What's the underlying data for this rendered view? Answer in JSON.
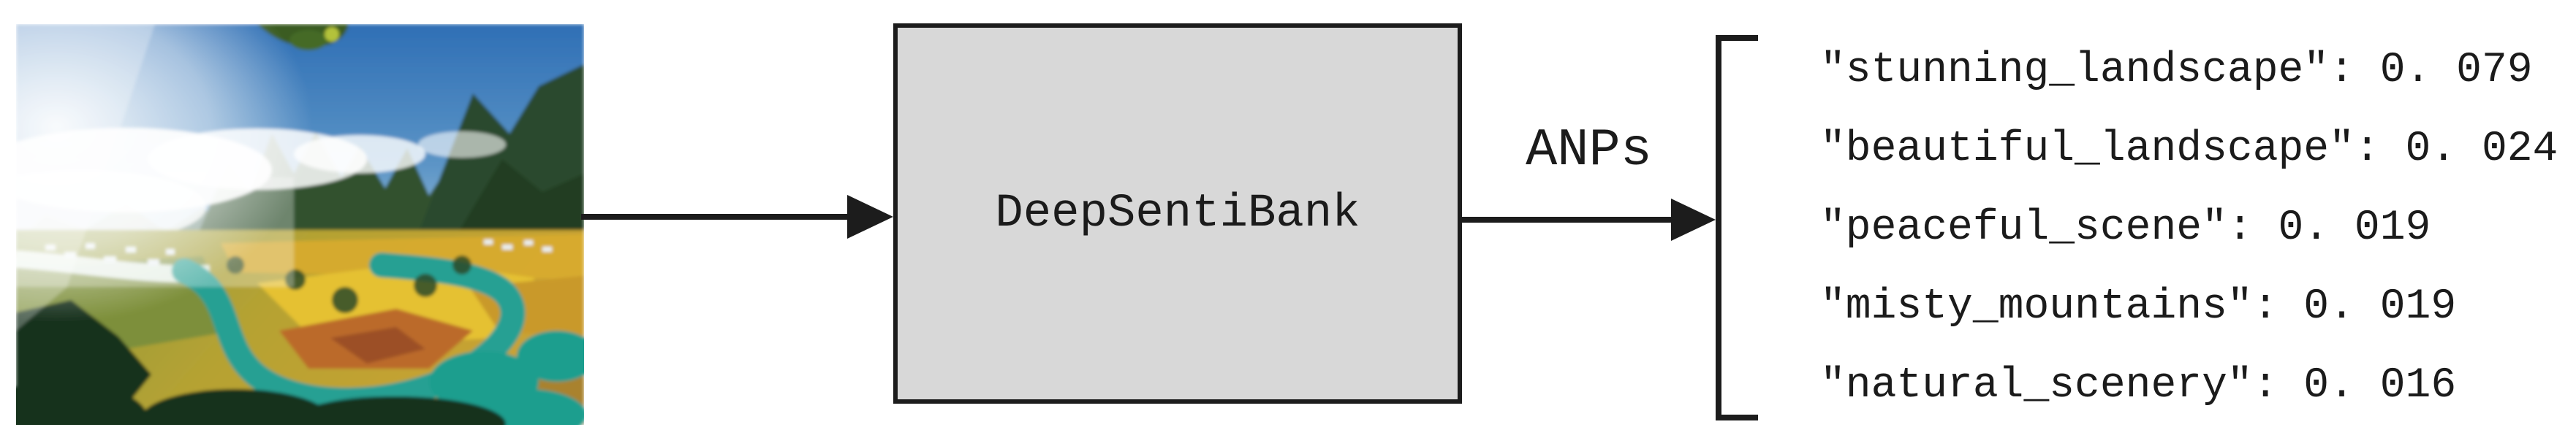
{
  "figure": {
    "input_image": {
      "alt": "aerial-photo-karst-mountains-golden-fields-teal-river"
    },
    "model": {
      "label": "DeepSentiBank"
    },
    "output": {
      "arrow_label": "ANPs",
      "anps": [
        {
          "pair": "stunning_landscape",
          "score": 0.079,
          "display": "″stunning_landscape″: 0. 079"
        },
        {
          "pair": "beautiful_landscape",
          "score": 0.024,
          "display": "″beautiful_landscape″: 0. 024"
        },
        {
          "pair": "peaceful_scene",
          "score": 0.019,
          "display": "″peaceful_scene″: 0. 019"
        },
        {
          "pair": "misty_mountains",
          "score": 0.019,
          "display": "″misty_mountains″: 0. 019"
        },
        {
          "pair": "natural_scenery",
          "score": 0.016,
          "display": "″natural_scenery″: 0. 016"
        }
      ]
    },
    "colors": {
      "box_fill": "#d8d8d8",
      "box_border": "#1c1c1c",
      "ink": "#1b1b1b",
      "river_teal": "#28a093",
      "field_gold": "#d9a62c"
    }
  }
}
